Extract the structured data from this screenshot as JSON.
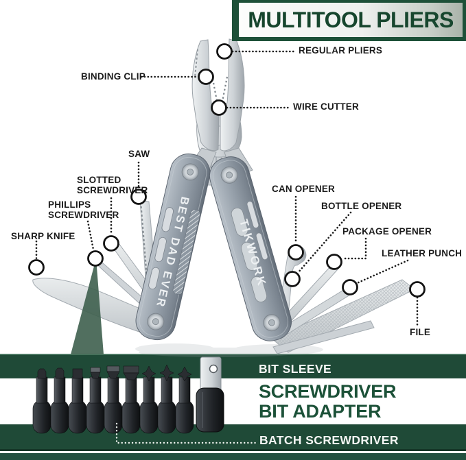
{
  "banner": {
    "title": "MULTITOOL PLIERS"
  },
  "product": {
    "handle_left_engraving": "BEST DAD EVER",
    "handle_right_brand": "TIKWORK"
  },
  "callouts": {
    "regular_pliers": "REGULAR PLIERS",
    "binding_clip": "BINDING CLIP",
    "wire_cutter": "WIRE CUTTER",
    "saw": "SAW",
    "slotted_screwdriver": "SLOTTED SCREWDRIVER",
    "phillips_screwdriver": "PHILLIPS SCREWDRIVER",
    "sharp_knife": "SHARP KNIFE",
    "can_opener": "CAN OPENER",
    "bottle_opener": "BOTTLE OPENER",
    "package_opener": "PACKAGE OPENER",
    "leather_punch": "LEATHER PUNCH",
    "file": "FILE"
  },
  "bit_adapter_section": {
    "bit_sleeve_label": "BIT SLEEVE",
    "title_line1": "SCREWDRIVER",
    "title_line2": "BIT ADAPTER",
    "batch_screwdriver_label": "BATCH SCREWDRIVER"
  },
  "colors": {
    "brand_green": "#1d5038",
    "band_green": "#1f4a37",
    "title_green": "#1c5138",
    "label_text": "#1c1c1c",
    "handle_grey": "#8d98a3",
    "steel": "#d5d9dc"
  }
}
